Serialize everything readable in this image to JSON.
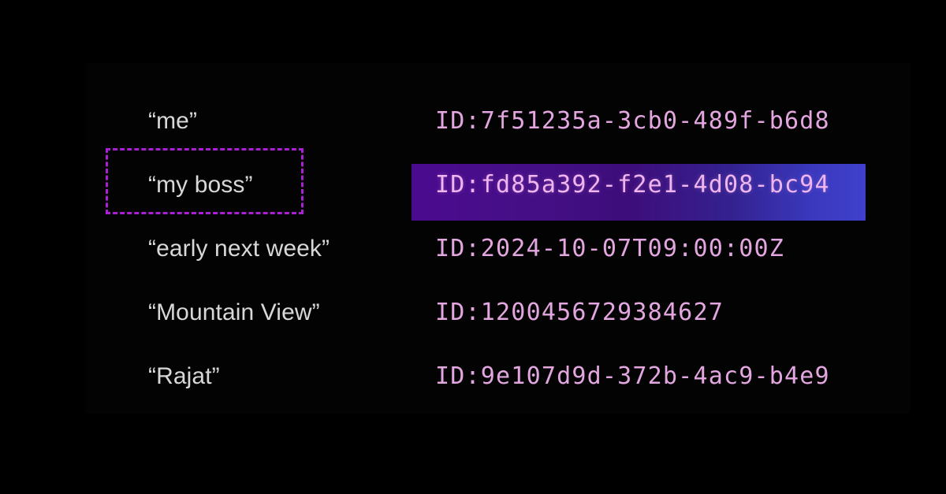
{
  "slide": {
    "background_color": "#000000",
    "panel_color": "#030303"
  },
  "theme": {
    "phrase_color": "#d8d8d8",
    "id_color": "#e3a6e0",
    "highlight_id_color": "#f0b5ee",
    "selection_box_color": "#a81fd4",
    "highlight_gradient_start": "#4b0b8f",
    "highlight_gradient_end": "#3f41cd"
  },
  "table": {
    "rows": [
      {
        "phrase": "“me”",
        "id": "ID:7f51235a-3cb0-489f-b6d8",
        "highlighted": false,
        "selected": false
      },
      {
        "phrase": "“my boss”",
        "id": "ID:fd85a392-f2e1-4d08-bc94",
        "highlighted": true,
        "selected": true
      },
      {
        "phrase": "“early next week”",
        "id": "ID:2024-10-07T09:00:00Z",
        "highlighted": false,
        "selected": false
      },
      {
        "phrase": "“Mountain View”",
        "id": "ID:1200456729384627",
        "highlighted": false,
        "selected": false
      },
      {
        "phrase": "“Rajat”",
        "id": "ID:9e107d9d-372b-4ac9-b4e9",
        "highlighted": false,
        "selected": false
      }
    ]
  }
}
